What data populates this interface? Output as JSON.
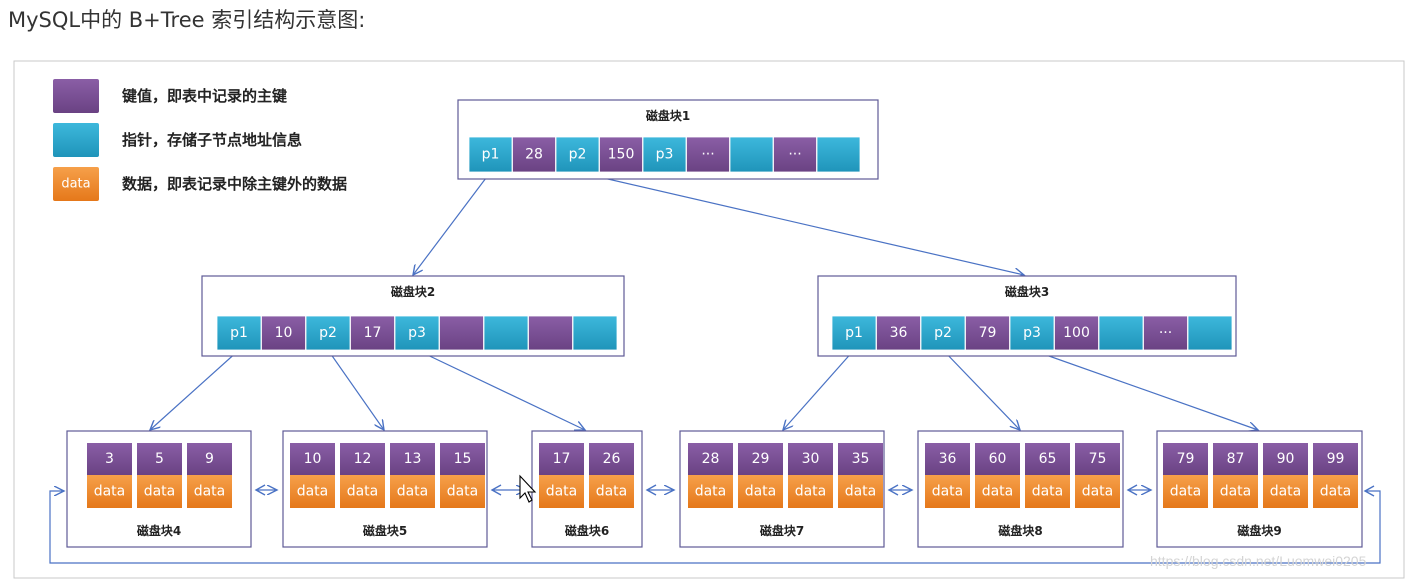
{
  "heading": "MySQL中的 B+Tree 索引结构示意图:",
  "colors": {
    "key": "#7a4e93",
    "pointer": "#2ea8cc",
    "data": "#f08c28",
    "box_border": "#5f5a96",
    "arrow": "#4a72c4"
  },
  "legend": [
    {
      "kind": "key",
      "swatch_text": "",
      "label": "键值，即表中记录的主键"
    },
    {
      "kind": "pointer",
      "swatch_text": "",
      "label": "指针，存储子节点地址信息"
    },
    {
      "kind": "data",
      "swatch_text": "data",
      "label": "数据，即表记录中除主键外的数据"
    }
  ],
  "nodes": [
    {
      "id": "n1",
      "title": "磁盘块1",
      "type": "internal",
      "cells": [
        {
          "k": "p",
          "t": "p1"
        },
        {
          "k": "k",
          "t": "28"
        },
        {
          "k": "p",
          "t": "p2"
        },
        {
          "k": "k",
          "t": "150"
        },
        {
          "k": "p",
          "t": "p3"
        },
        {
          "k": "k",
          "t": "···"
        },
        {
          "k": "p",
          "t": ""
        },
        {
          "k": "k",
          "t": "···"
        },
        {
          "k": "p",
          "t": ""
        }
      ]
    },
    {
      "id": "n2",
      "title": "磁盘块2",
      "type": "internal",
      "cells": [
        {
          "k": "p",
          "t": "p1"
        },
        {
          "k": "k",
          "t": "10"
        },
        {
          "k": "p",
          "t": "p2"
        },
        {
          "k": "k",
          "t": "17"
        },
        {
          "k": "p",
          "t": "p3"
        },
        {
          "k": "k",
          "t": ""
        },
        {
          "k": "p",
          "t": ""
        },
        {
          "k": "k",
          "t": ""
        },
        {
          "k": "p",
          "t": ""
        }
      ]
    },
    {
      "id": "n3",
      "title": "磁盘块3",
      "type": "internal",
      "cells": [
        {
          "k": "p",
          "t": "p1"
        },
        {
          "k": "k",
          "t": "36"
        },
        {
          "k": "p",
          "t": "p2"
        },
        {
          "k": "k",
          "t": "79"
        },
        {
          "k": "p",
          "t": "p3"
        },
        {
          "k": "k",
          "t": "100"
        },
        {
          "k": "p",
          "t": ""
        },
        {
          "k": "k",
          "t": "···"
        },
        {
          "k": "p",
          "t": ""
        }
      ]
    },
    {
      "id": "n4",
      "title": "磁盘块4",
      "type": "leaf",
      "keys": [
        "3",
        "5",
        "9"
      ],
      "data_label": "data"
    },
    {
      "id": "n5",
      "title": "磁盘块5",
      "type": "leaf",
      "keys": [
        "10",
        "12",
        "13",
        "15"
      ],
      "data_label": "data"
    },
    {
      "id": "n6",
      "title": "磁盘块6",
      "type": "leaf",
      "keys": [
        "17",
        "26"
      ],
      "data_label": "data"
    },
    {
      "id": "n7",
      "title": "磁盘块7",
      "type": "leaf",
      "keys": [
        "28",
        "29",
        "30",
        "35"
      ],
      "data_label": "data"
    },
    {
      "id": "n8",
      "title": "磁盘块8",
      "type": "leaf",
      "keys": [
        "36",
        "60",
        "65",
        "75"
      ],
      "data_label": "data"
    },
    {
      "id": "n9",
      "title": "磁盘块9",
      "type": "leaf",
      "keys": [
        "79",
        "87",
        "90",
        "99"
      ],
      "data_label": "data"
    }
  ],
  "edges": [
    {
      "from": "n1",
      "ptr": "p1",
      "to": "n2"
    },
    {
      "from": "n1",
      "ptr": "p2",
      "to": "n3"
    },
    {
      "from": "n2",
      "ptr": "p1",
      "to": "n4"
    },
    {
      "from": "n2",
      "ptr": "p2",
      "to": "n5"
    },
    {
      "from": "n2",
      "ptr": "p3",
      "to": "n6"
    },
    {
      "from": "n3",
      "ptr": "p1",
      "to": "n7"
    },
    {
      "from": "n3",
      "ptr": "p2",
      "to": "n8"
    },
    {
      "from": "n3",
      "ptr": "p3",
      "to": "n9"
    }
  ],
  "leaf_links": [
    [
      "n4",
      "n5"
    ],
    [
      "n5",
      "n6"
    ],
    [
      "n6",
      "n7"
    ],
    [
      "n7",
      "n8"
    ],
    [
      "n8",
      "n9"
    ]
  ],
  "watermark": "https://blog.csdn.net/Luomwei0205"
}
